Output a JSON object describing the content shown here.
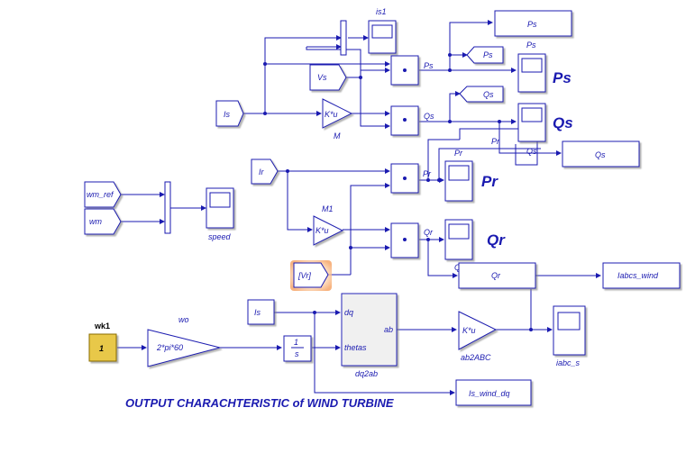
{
  "title": "OUTPUT CHARACHTERISTIC of WIND TURBINE",
  "blocks": {
    "is1": "is1",
    "is_from": "Is",
    "vs_from": "Vs",
    "gain_text": "K*u",
    "m": "M",
    "m1": "M1",
    "ps": "Ps",
    "qs": "Qs",
    "pr": "Pr",
    "qr": "Qr",
    "ir_from": "Ir",
    "vr_from": "[Vr]",
    "iabcs_wind": "Iabcs_wind",
    "wm_ref": "wm_ref",
    "wm": "wm",
    "speed": "speed",
    "wk1": "wk1",
    "wk1_value": "1",
    "wo": "wo",
    "wo_gain": "2*pi*60",
    "int_num": "1",
    "int_den": "s",
    "port_dq": "dq",
    "port_thetas": "thetas",
    "port_ab": "ab",
    "dq2ab": "dq2ab",
    "ab2abc": "ab2ABC",
    "iabc_s": "iabc_s",
    "is_wind_dq": "Is_wind_dq"
  }
}
